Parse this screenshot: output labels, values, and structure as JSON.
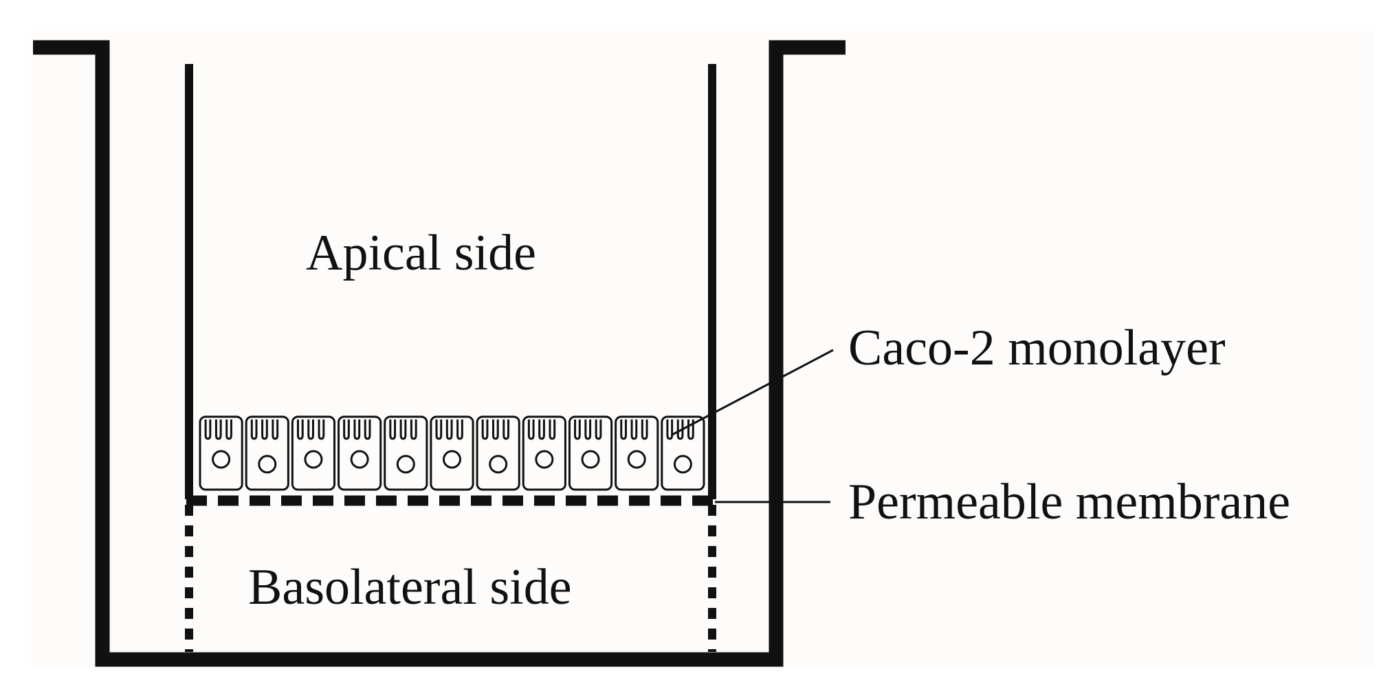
{
  "labels": {
    "apical": "Apical side",
    "basolateral": "Basolateral side",
    "monolayer": "Caco-2 monolayer",
    "membrane": "Permeable membrane"
  },
  "cells": {
    "count": 11
  },
  "colors": {
    "background": "#fdfcfb",
    "ink": "#111111"
  }
}
